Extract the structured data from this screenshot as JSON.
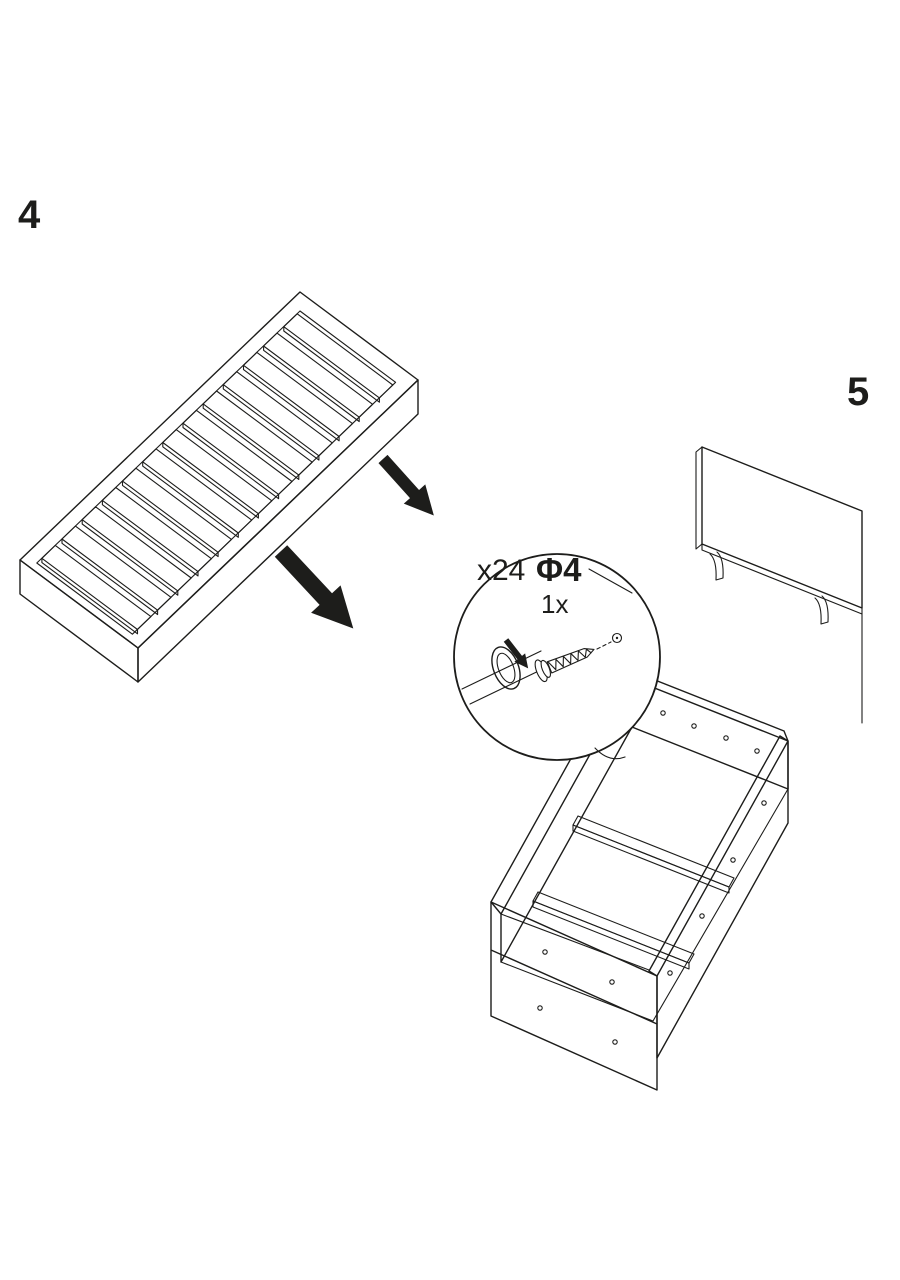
{
  "colors": {
    "background": "#ffffff",
    "line": "#1d1d1b"
  },
  "steps": {
    "four": "4",
    "five": "5"
  },
  "callout": {
    "quantity": "x24",
    "screw_size": "Φ4",
    "per_hole": "1x"
  }
}
